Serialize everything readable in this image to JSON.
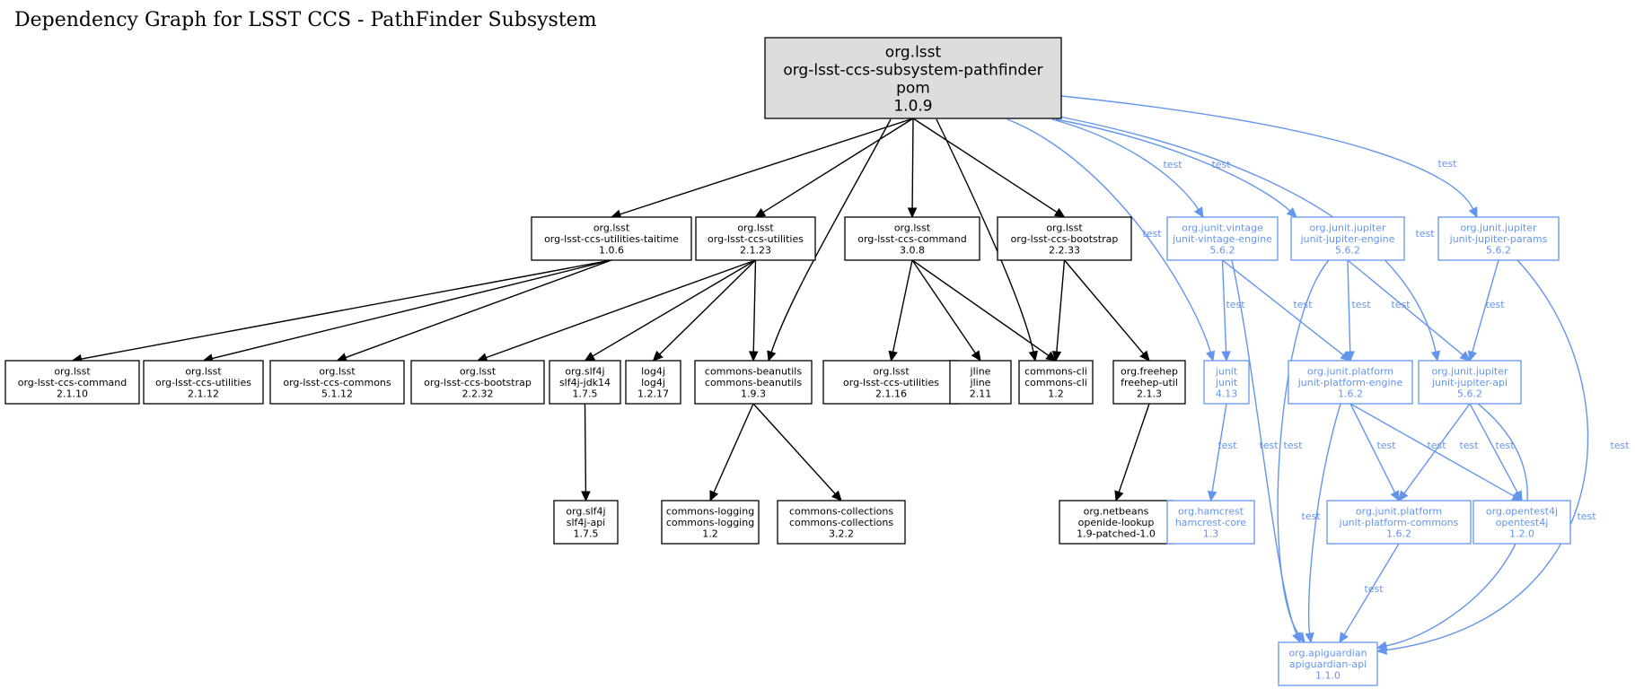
{
  "title": "Dependency Graph for LSST CCS - PathFinder Subsystem",
  "colors": {
    "compile": "#000000",
    "test": "#6495ed",
    "root_fill": "#dddddd"
  },
  "nodes": [
    {
      "id": "root",
      "lines": [
        "org.lsst",
        "org-lsst-ccs-subsystem-pathfinder",
        "pom",
        "1.0.9"
      ],
      "kind": "root"
    },
    {
      "id": "taitime",
      "lines": [
        "org.lsst",
        "org-lsst-ccs-utilities-taitime",
        "1.0.6"
      ],
      "kind": "compile"
    },
    {
      "id": "util2123",
      "lines": [
        "org.lsst",
        "org-lsst-ccs-utilities",
        "2.1.23"
      ],
      "kind": "compile"
    },
    {
      "id": "cmd308",
      "lines": [
        "org.lsst",
        "org-lsst-ccs-command",
        "3.0.8"
      ],
      "kind": "compile"
    },
    {
      "id": "boot2233",
      "lines": [
        "org.lsst",
        "org-lsst-ccs-bootstrap",
        "2.2.33"
      ],
      "kind": "compile"
    },
    {
      "id": "vintage",
      "lines": [
        "org.junit.vintage",
        "junit-vintage-engine",
        "5.6.2"
      ],
      "kind": "test"
    },
    {
      "id": "jupengine",
      "lines": [
        "org.junit.jupiter",
        "junit-jupiter-engine",
        "5.6.2"
      ],
      "kind": "test"
    },
    {
      "id": "jupparams",
      "lines": [
        "org.junit.jupiter",
        "junit-jupiter-params",
        "5.6.2"
      ],
      "kind": "test"
    },
    {
      "id": "cmd2110",
      "lines": [
        "org.lsst",
        "org-lsst-ccs-command",
        "2.1.10"
      ],
      "kind": "compile"
    },
    {
      "id": "util2112",
      "lines": [
        "org.lsst",
        "org-lsst-ccs-utilities",
        "2.1.12"
      ],
      "kind": "compile"
    },
    {
      "id": "commons5112",
      "lines": [
        "org.lsst",
        "org-lsst-ccs-commons",
        "5.1.12"
      ],
      "kind": "compile"
    },
    {
      "id": "boot2232",
      "lines": [
        "org.lsst",
        "org-lsst-ccs-bootstrap",
        "2.2.32"
      ],
      "kind": "compile"
    },
    {
      "id": "slf4jjdk",
      "lines": [
        "org.slf4j",
        "slf4j-jdk14",
        "1.7.5"
      ],
      "kind": "compile"
    },
    {
      "id": "log4j",
      "lines": [
        "log4j",
        "log4j",
        "1.2.17"
      ],
      "kind": "compile"
    },
    {
      "id": "beanutils",
      "lines": [
        "commons-beanutils",
        "commons-beanutils",
        "1.9.3"
      ],
      "kind": "compile"
    },
    {
      "id": "util2116",
      "lines": [
        "org.lsst",
        "org-lsst-ccs-utilities",
        "2.1.16"
      ],
      "kind": "compile"
    },
    {
      "id": "jline",
      "lines": [
        "jline",
        "jline",
        "2.11"
      ],
      "kind": "compile"
    },
    {
      "id": "cli",
      "lines": [
        "commons-cli",
        "commons-cli",
        "1.2"
      ],
      "kind": "compile"
    },
    {
      "id": "freehep",
      "lines": [
        "org.freehep",
        "freehep-util",
        "2.1.3"
      ],
      "kind": "compile"
    },
    {
      "id": "junit",
      "lines": [
        "junit",
        "junit",
        "4.13"
      ],
      "kind": "test"
    },
    {
      "id": "platengine",
      "lines": [
        "org.junit.platform",
        "junit-platform-engine",
        "1.6.2"
      ],
      "kind": "test"
    },
    {
      "id": "jupapi",
      "lines": [
        "org.junit.jupiter",
        "junit-jupiter-api",
        "5.6.2"
      ],
      "kind": "test"
    },
    {
      "id": "slf4japi",
      "lines": [
        "org.slf4j",
        "slf4j-api",
        "1.7.5"
      ],
      "kind": "compile"
    },
    {
      "id": "logging",
      "lines": [
        "commons-logging",
        "commons-logging",
        "1.2"
      ],
      "kind": "compile"
    },
    {
      "id": "collections",
      "lines": [
        "commons-collections",
        "commons-collections",
        "3.2.2"
      ],
      "kind": "compile"
    },
    {
      "id": "openide",
      "lines": [
        "org.netbeans",
        "openide-lookup",
        "1.9-patched-1.0"
      ],
      "kind": "compile"
    },
    {
      "id": "hamcrest",
      "lines": [
        "org.hamcrest",
        "hamcrest-core",
        "1.3"
      ],
      "kind": "test"
    },
    {
      "id": "platcommons",
      "lines": [
        "org.junit.platform",
        "junit-platform-commons",
        "1.6.2"
      ],
      "kind": "test"
    },
    {
      "id": "opentest4j",
      "lines": [
        "org.opentest4j",
        "opentest4j",
        "1.2.0"
      ],
      "kind": "test"
    },
    {
      "id": "apiguardian",
      "lines": [
        "org.apiguardian",
        "apiguardian-api",
        "1.1.0"
      ],
      "kind": "test"
    }
  ],
  "edges": [
    {
      "from": "root",
      "to": "taitime"
    },
    {
      "from": "root",
      "to": "util2123"
    },
    {
      "from": "root",
      "to": "beanutils"
    },
    {
      "from": "root",
      "to": "cmd308"
    },
    {
      "from": "root",
      "to": "cli"
    },
    {
      "from": "root",
      "to": "boot2233"
    },
    {
      "from": "root",
      "to": "junit",
      "label": "test"
    },
    {
      "from": "root",
      "to": "vintage",
      "label": "test"
    },
    {
      "from": "root",
      "to": "jupengine",
      "label": "test"
    },
    {
      "from": "root",
      "to": "jupapi",
      "label": "test"
    },
    {
      "from": "root",
      "to": "jupparams",
      "label": "test"
    },
    {
      "from": "taitime",
      "to": "cmd2110"
    },
    {
      "from": "taitime",
      "to": "util2112"
    },
    {
      "from": "taitime",
      "to": "commons5112"
    },
    {
      "from": "util2123",
      "to": "boot2232"
    },
    {
      "from": "util2123",
      "to": "slf4jjdk"
    },
    {
      "from": "util2123",
      "to": "log4j"
    },
    {
      "from": "util2123",
      "to": "beanutils"
    },
    {
      "from": "cmd308",
      "to": "util2116"
    },
    {
      "from": "cmd308",
      "to": "jline"
    },
    {
      "from": "cmd308",
      "to": "cli"
    },
    {
      "from": "boot2233",
      "to": "cli"
    },
    {
      "from": "boot2233",
      "to": "freehep"
    },
    {
      "from": "slf4jjdk",
      "to": "slf4japi"
    },
    {
      "from": "beanutils",
      "to": "logging"
    },
    {
      "from": "beanutils",
      "to": "collections"
    },
    {
      "from": "freehep",
      "to": "openide"
    },
    {
      "from": "vintage",
      "to": "junit",
      "label": "test"
    },
    {
      "from": "vintage",
      "to": "platengine",
      "label": "test"
    },
    {
      "from": "vintage",
      "to": "apiguardian",
      "label": "test"
    },
    {
      "from": "jupengine",
      "to": "apiguardian",
      "label": "test"
    },
    {
      "from": "jupengine",
      "to": "platengine",
      "label": "test"
    },
    {
      "from": "jupengine",
      "to": "jupapi",
      "label": "test"
    },
    {
      "from": "jupparams",
      "to": "jupapi",
      "label": "test"
    },
    {
      "from": "jupparams",
      "to": "apiguardian",
      "label": "test"
    },
    {
      "from": "junit",
      "to": "hamcrest",
      "label": "test"
    },
    {
      "from": "platengine",
      "to": "apiguardian",
      "label": "test"
    },
    {
      "from": "platengine",
      "to": "platcommons",
      "label": "test"
    },
    {
      "from": "platengine",
      "to": "opentest4j",
      "label": "test"
    },
    {
      "from": "jupapi",
      "to": "platcommons",
      "label": "test"
    },
    {
      "from": "jupapi",
      "to": "opentest4j",
      "label": "test"
    },
    {
      "from": "jupapi",
      "to": "apiguardian",
      "label": "test"
    },
    {
      "from": "platcommons",
      "to": "apiguardian",
      "label": "test"
    }
  ]
}
